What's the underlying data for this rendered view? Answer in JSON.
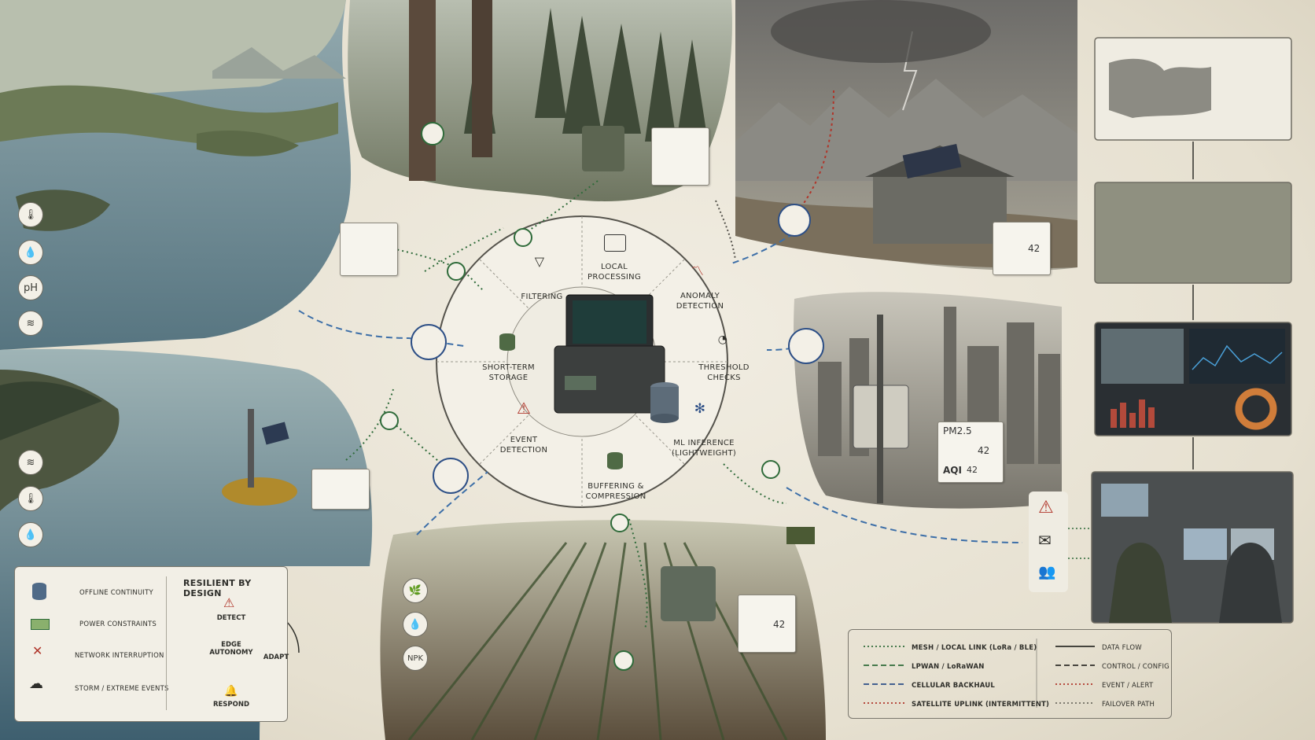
{
  "hub": {
    "local_processing": "LOCAL\nPROCESSING",
    "filtering": "FILTERING",
    "anomaly_detection": "ANOMALY\nDETECTION",
    "short_term_storage": "SHORT-TERM\nSTORAGE",
    "threshold_checks": "THRESHOLD\nCHECKS",
    "event_detection": "EVENT\nDETECTION",
    "ml_inference": "ML INFERENCE\n(LIGHTWEIGHT)",
    "buffering_compression": "BUFFERING &\nCOMPRESSION"
  },
  "sensors": {
    "wetland": [
      "thermometer",
      "water-drop",
      "pH",
      "waves"
    ],
    "field": [
      "leaf",
      "water-drop",
      "NPK"
    ]
  },
  "readouts": {
    "mountain_value": "42",
    "pm25_label": "PM2.5",
    "pm25_value": "42",
    "aqi_label": "AQI",
    "aqi_value": "42",
    "field_value": "42"
  },
  "resilience": {
    "title": "RESILIENT BY DESIGN",
    "items": [
      "OFFLINE CONTINUITY",
      "POWER CONSTRAINTS",
      "NETWORK INTERRUPTION",
      "STORM / EXTREME EVENTS"
    ],
    "cycle": {
      "detect": "DETECT",
      "center": "EDGE\nAUTONOMY",
      "adapt": "ADAPT",
      "respond": "RESPOND"
    }
  },
  "legend": {
    "links": [
      "MESH / LOCAL LINK (LoRa / BLE)",
      "LPWAN / LoRaWAN",
      "CELLULAR BACKHAUL",
      "SATELLITE UPLINK (INTERMITTENT)"
    ],
    "flows": [
      "DATA FLOW",
      "CONTROL / CONFIG",
      "EVENT / ALERT",
      "FAILOVER PATH"
    ]
  },
  "colors": {
    "mesh": "#2f6b3a",
    "cellular": "#2d4f86",
    "alert": "#b0352a",
    "background": "#e9e4d6"
  }
}
